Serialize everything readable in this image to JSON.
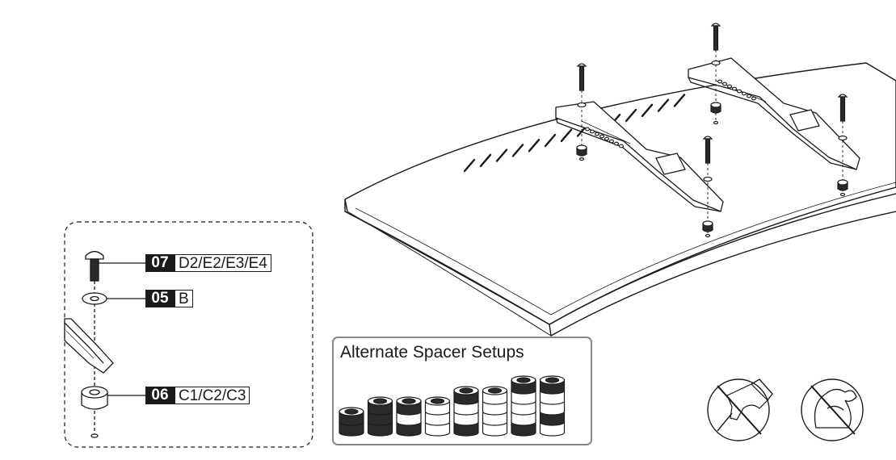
{
  "parts": [
    {
      "number": "07",
      "codes": "D2/E2/E3/E4"
    },
    {
      "number": "05",
      "codes": "B"
    },
    {
      "number": "06",
      "codes": "C1/C2/C3"
    }
  ],
  "spacer_box": {
    "title": "Alternate Spacer Setups"
  },
  "warnings": [
    {
      "icon": "no-power-drill-icon"
    },
    {
      "icon": "no-excessive-force-icon"
    }
  ],
  "colors": {
    "line": "#1a1a1a",
    "box_border": "#888888",
    "fill": "#ffffff"
  }
}
